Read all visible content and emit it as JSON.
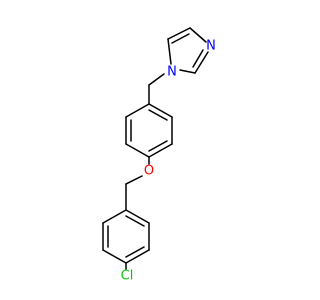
{
  "molecule": {
    "atoms": {
      "n_pyrrole": {
        "symbol": "N",
        "color": "#0000ff"
      },
      "n_imine": {
        "symbol": "N",
        "color": "#0000ff"
      },
      "o_ether": {
        "symbol": "O",
        "color": "#ff0000"
      },
      "cl": {
        "symbol": "Cl",
        "color": "#00cc00"
      }
    }
  }
}
